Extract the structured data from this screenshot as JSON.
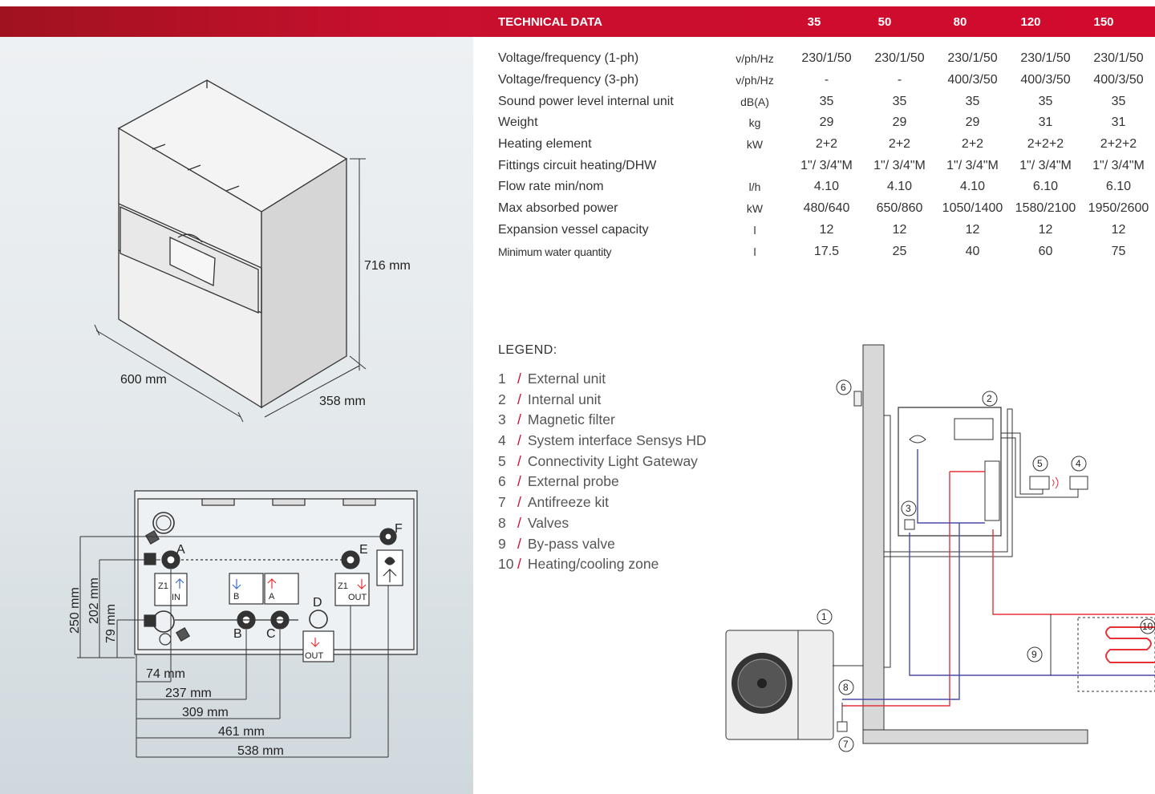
{
  "header": {
    "title": "TECHNICAL DATA",
    "columns": [
      "35",
      "50",
      "80",
      "120",
      "150"
    ]
  },
  "specs": [
    {
      "label": "Voltage/frequency (1-ph)",
      "unit": "v/ph/Hz",
      "values": [
        "230/1/50",
        "230/1/50",
        "230/1/50",
        "230/1/50",
        "230/1/50"
      ]
    },
    {
      "label": "Voltage/frequency (3-ph)",
      "unit": "v/ph/Hz",
      "values": [
        "-",
        "-",
        "400/3/50",
        "400/3/50",
        "400/3/50"
      ]
    },
    {
      "label": "Sound power level internal unit",
      "unit": "dB(A)",
      "values": [
        "35",
        "35",
        "35",
        "35",
        "35"
      ]
    },
    {
      "label": "Weight",
      "unit": "kg",
      "values": [
        "29",
        "29",
        "29",
        "31",
        "31"
      ]
    },
    {
      "label": "Heating element",
      "unit": "kW",
      "values": [
        "2+2",
        "2+2",
        "2+2",
        "2+2+2",
        "2+2+2"
      ]
    },
    {
      "label": "Fittings circuit heating/DHW",
      "unit": "",
      "values": [
        "1\"/ 3/4\"M",
        "1\"/ 3/4\"M",
        "1\"/ 3/4\"M",
        "1\"/ 3/4\"M",
        "1\"/ 3/4\"M"
      ]
    },
    {
      "label": "Flow rate min/nom",
      "unit": "l/h",
      "values": [
        "4.10",
        "4.10",
        "4.10",
        "6.10",
        "6.10"
      ]
    },
    {
      "label": "Max absorbed power",
      "unit": "kW",
      "values": [
        "480/640",
        "650/860",
        "1050/1400",
        "1580/2100",
        "1950/2600"
      ]
    },
    {
      "label": "Expansion vessel capacity",
      "unit": "l",
      "values": [
        "12",
        "12",
        "12",
        "12",
        "12"
      ]
    },
    {
      "label": "Minimum water quantity",
      "unit": "l",
      "values": [
        "17.5",
        "25",
        "40",
        "60",
        "75"
      ]
    }
  ],
  "legend": {
    "title": "LEGEND:",
    "items": [
      {
        "num": "1",
        "label": "External unit"
      },
      {
        "num": "2",
        "label": "Internal unit"
      },
      {
        "num": "3",
        "label": "Magnetic filter"
      },
      {
        "num": "4",
        "label": "System interface Sensys HD"
      },
      {
        "num": "5",
        "label": "Connectivity Light Gateway"
      },
      {
        "num": "6",
        "label": "External probe"
      },
      {
        "num": "7",
        "label": "Antifreeze kit"
      },
      {
        "num": "8",
        "label": "Valves"
      },
      {
        "num": "9",
        "label": "By-pass valve"
      },
      {
        "num": "10",
        "label": "Heating/cooling zone"
      }
    ]
  },
  "dimensions": {
    "height": "716 mm",
    "width": "600 mm",
    "depth": "358 mm",
    "h250": "250 mm",
    "h202": "202 mm",
    "h79": "79 mm",
    "w74": "74 mm",
    "w237": "237 mm",
    "w309": "309 mm",
    "w461": "461 mm",
    "w538": "538 mm"
  },
  "connections": {
    "a": "A",
    "b": "B",
    "c": "C",
    "d": "D",
    "e": "E",
    "f": "F",
    "z1": "Z1",
    "in": "IN",
    "out": "OUT",
    "b_small": "B",
    "a_small": "A",
    "out_dhw": "OUT"
  },
  "diagram_numbers": [
    "1",
    "2",
    "3",
    "4",
    "5",
    "6",
    "7",
    "8",
    "9",
    "10"
  ],
  "colors": {
    "brand_red": "#d20a2e",
    "flow_red": "#e53238",
    "return_blue": "#4a4aa8"
  }
}
